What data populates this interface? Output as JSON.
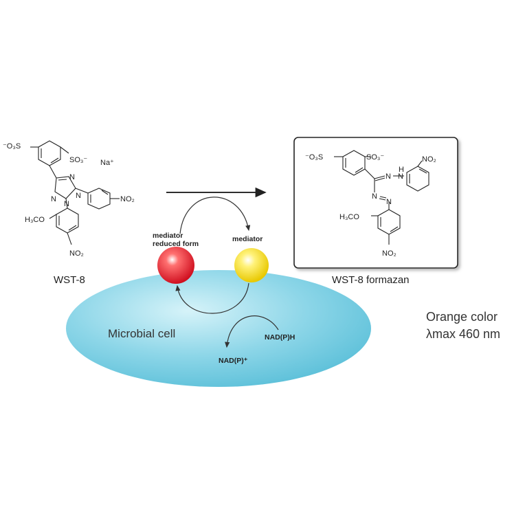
{
  "wst8": {
    "name": "WST-8",
    "so3_left": "⁻O₃S",
    "so3_right": "SO₃⁻",
    "na": "Na⁺",
    "n1": "N",
    "n2": "N",
    "n3": "N",
    "n4": "N",
    "no2_right": "NO₂",
    "methoxy": "H₃CO",
    "no2_bottom": "NO₂"
  },
  "formazan": {
    "name": "WST-8 formazan",
    "so3_left": "⁻O₃S",
    "so3_right": "SO₃⁻",
    "n_a": "N",
    "n_b": "N",
    "nh": "H",
    "n_c": "N",
    "n_d": "N",
    "no2_right": "NO₂",
    "methoxy": "H₃CO",
    "no2_bottom": "NO₂"
  },
  "cell": {
    "label": "Microbial cell"
  },
  "mediator_reduced": {
    "line1": "mediator",
    "line2": "reduced form",
    "color": "#e0202a"
  },
  "mediator": {
    "label": "mediator",
    "color": "#f2e020"
  },
  "cofactors": {
    "nadph": "NAD(P)H",
    "nadp": "NAD(P)⁺"
  },
  "result": {
    "line1": "Orange color",
    "line2": "λmax 460 nm"
  },
  "colors": {
    "cell_fill": "#7fd0e4",
    "cell_edge": "#c9eef6"
  }
}
